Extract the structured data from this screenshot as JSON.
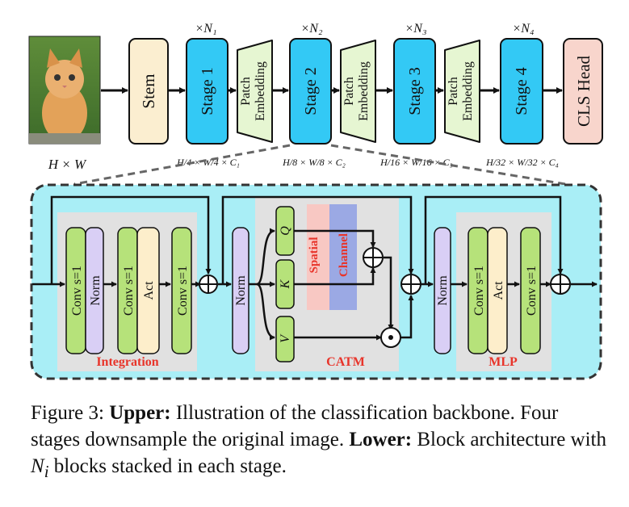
{
  "upper": {
    "input_label": "H × W",
    "stem": "Stem",
    "stages": [
      {
        "label": "Stage 1",
        "repeat": "×N₁",
        "dims": "H/4 × W/4 × C₁"
      },
      {
        "label": "Stage 2",
        "repeat": "×N₂",
        "dims": "H/8 × W/8 × C₂"
      },
      {
        "label": "Stage 3",
        "repeat": "×N₃",
        "dims": "H/16 × W/16 × C₃"
      },
      {
        "label": "Stage 4",
        "repeat": "×N₄",
        "dims": "H/32 × W/32 × C₄"
      }
    ],
    "patch_embedding": [
      "Patch",
      "Embedding"
    ],
    "head": "CLS Head"
  },
  "lower": {
    "integration": {
      "title": "Integration",
      "blocks": [
        "Conv s=1",
        "Norm",
        "Conv s=1",
        "Act",
        "Conv s=1"
      ]
    },
    "norm": "Norm",
    "catm": {
      "title": "CATM",
      "q": "Q",
      "k": "K",
      "v": "V",
      "spatial": "Spatial",
      "channel": "Channel"
    },
    "mlp": {
      "title": "MLP",
      "blocks": [
        "Norm",
        "Conv s=1",
        "Act",
        "Conv s=1"
      ]
    }
  },
  "caption": {
    "prefix": "Figure 3: ",
    "upper_label": "Upper:",
    "upper_text": " Illustration of the classification backbone. Four stages downsample the original image. ",
    "lower_label": "Lower:",
    "lower_text_a": " Block architecture with ",
    "math": "N",
    "math_sub": "i",
    "lower_text_b": " blocks stacked in each stage."
  },
  "colors": {
    "stem": "#fbeed0",
    "stage": "#33c9f5",
    "patch": "#e6f6d2",
    "head": "#f8d5cc",
    "panel": "#a9eef6",
    "group": "#e1e1e1",
    "conv": "#b6e27a",
    "norm": "#d9cff5",
    "act": "#fdeecb",
    "spatial": "#f8c8c3",
    "channel": "#9ba9e4",
    "title_red": "#e8342a"
  }
}
